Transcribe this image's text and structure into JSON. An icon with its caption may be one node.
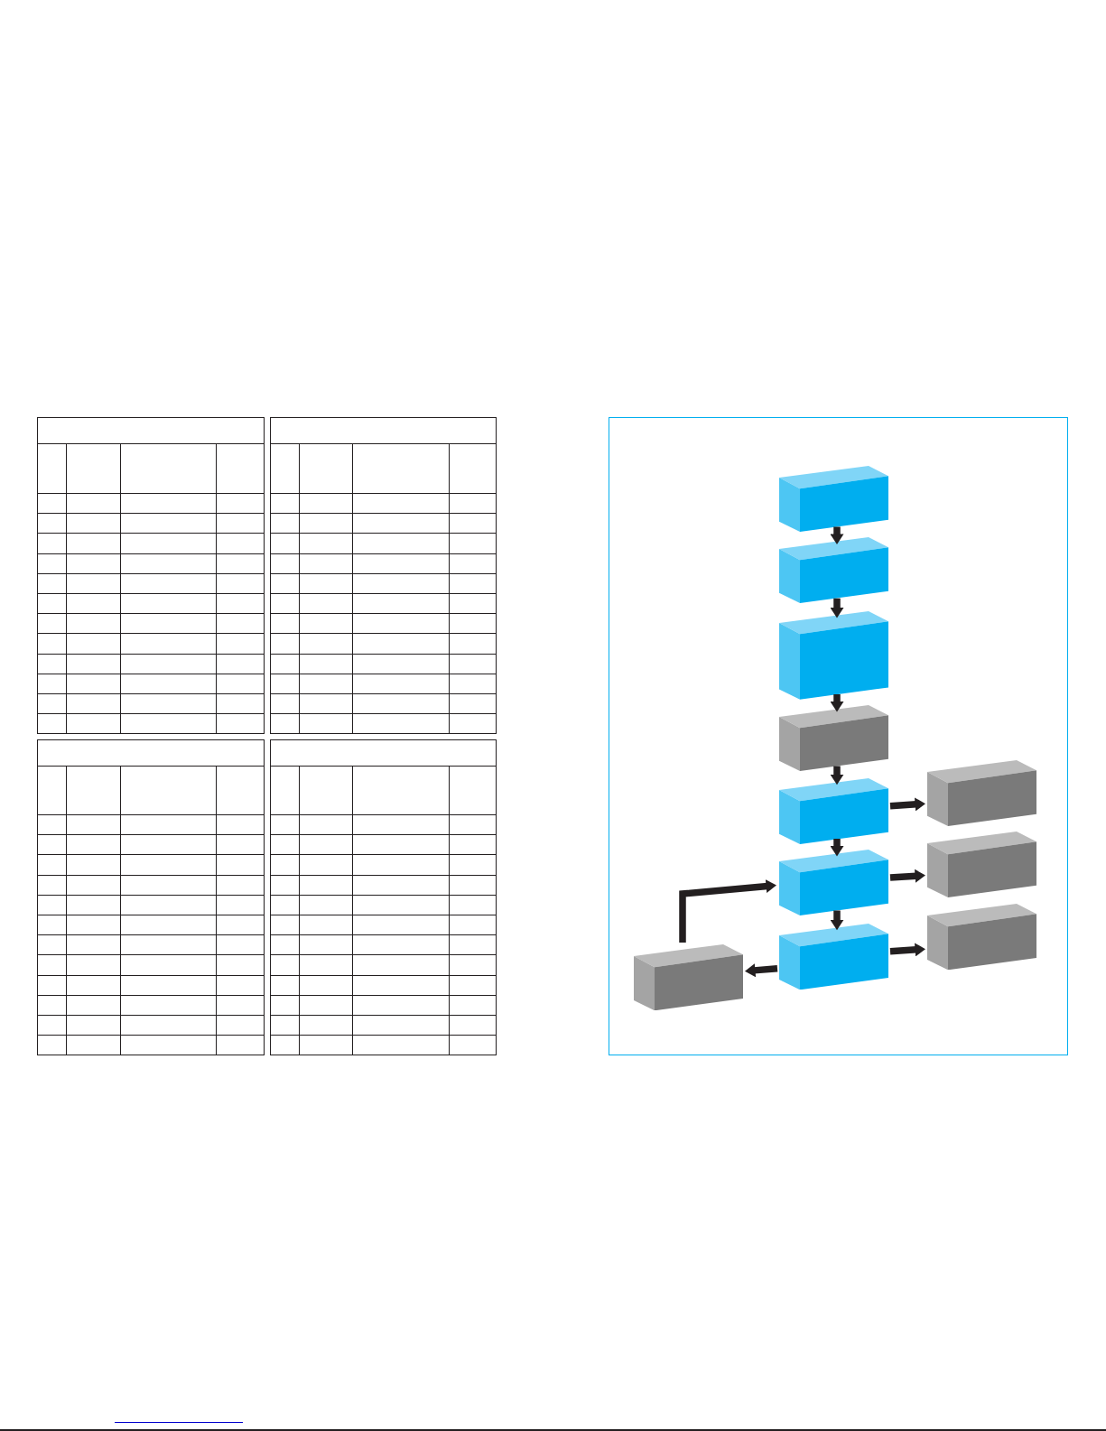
{
  "diagram": {
    "nodes": [
      {
        "text": [],
        "shape": "box"
      },
      {
        "text": [],
        "shape": "cuboid",
        "in": 0
      },
      {
        "text": [],
        "shape": "cuboid",
        "in": 0
      },
      {
        "text": [],
        "shape": "cuboid",
        "in": 0
      },
      {
        "text": [],
        "shape": "cuboid",
        "in": 0
      },
      {
        "text": [],
        "shape": "cuboid",
        "in": 0
      },
      {
        "text": [],
        "shape": "cuboid",
        "in": 0
      },
      {
        "text": [],
        "shape": "cuboid",
        "in": 0
      },
      {
        "text": [],
        "shape": "cuboid",
        "in": 0
      },
      {
        "text": [],
        "shape": "cuboid",
        "in": 0
      },
      {
        "text": [],
        "shape": "cuboid",
        "in": 0
      },
      {
        "text": [],
        "shape": "cuboid",
        "in": 0
      }
    ],
    "edges": [
      {
        "from": 1,
        "to": 2,
        "arrow": "to"
      },
      {
        "from": 2,
        "to": 3,
        "arrow": "to"
      },
      {
        "from": 3,
        "to": 4,
        "arrow": "to"
      },
      {
        "from": 4,
        "to": 5,
        "arrow": "to"
      },
      {
        "from": 5,
        "to": 6,
        "arrow": "to"
      },
      {
        "from": 6,
        "to": 7,
        "arrow": "to"
      },
      {
        "from": 5,
        "to": 8,
        "arrow": "to"
      },
      {
        "from": 6,
        "to": 9,
        "arrow": "to"
      },
      {
        "from": 7,
        "to": 10,
        "arrow": "to"
      },
      {
        "from": 7,
        "to": 11,
        "arrow": "to"
      },
      {
        "from": 11,
        "to": 6,
        "arrow": "to"
      }
    ]
  }
}
